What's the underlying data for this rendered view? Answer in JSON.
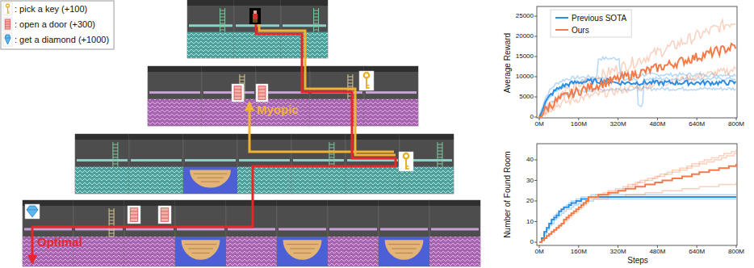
{
  "diagram": {
    "labels": [
      "Myopic",
      "Optimal",
      "Average Reward",
      "25000",
      "20000",
      "15000",
      "10000",
      "5000",
      "0",
      "0M",
      "160M",
      "320M",
      "480M",
      "640M",
      "800M",
      "Number of Found Room",
      "40",
      "30",
      "20",
      "10",
      "0",
      "0M",
      "160M",
      "320M",
      "480M",
      "640M",
      "800M",
      "Steps"
    ],
    "legend": [
      {
        "text": ": pick a key (+100)"
      },
      {
        "text": ": open a door (+300)"
      },
      {
        "text": ": get a diamond (+1000)"
      },
      {
        "text": "Previous SOTA"
      },
      {
        "text": "Ours"
      }
    ]
  }
}
